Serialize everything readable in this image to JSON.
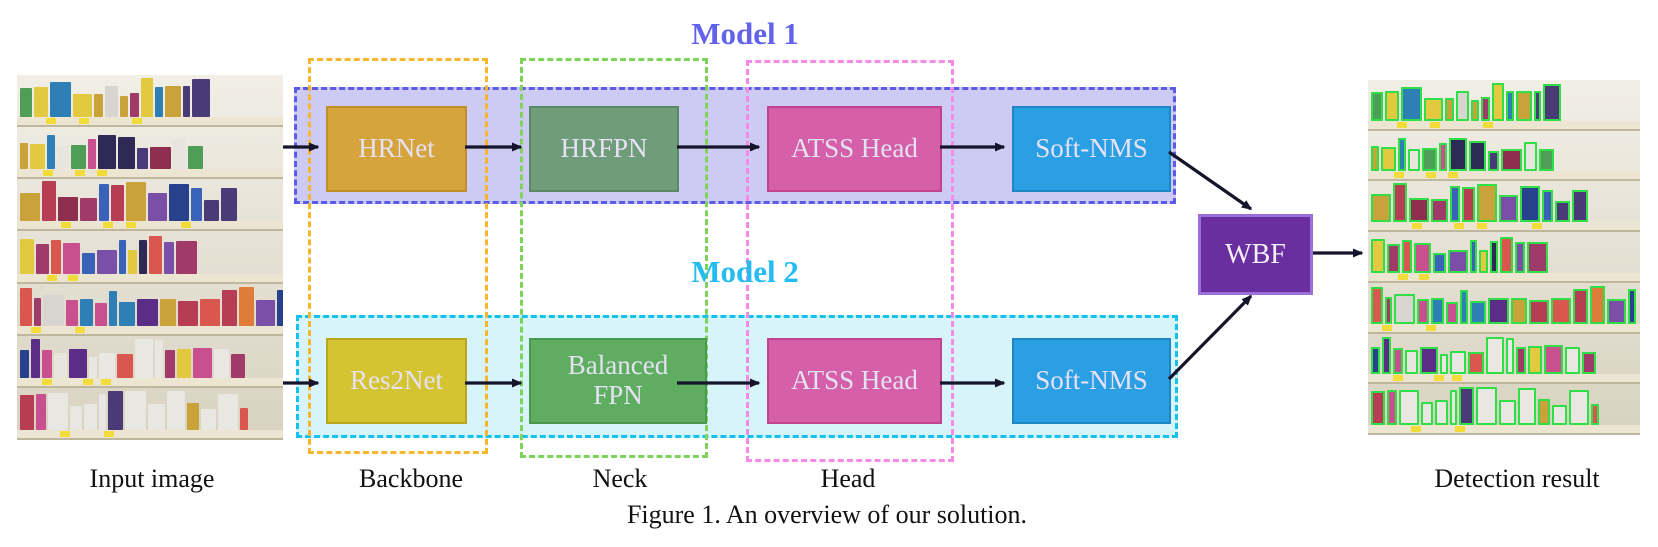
{
  "figure": {
    "caption": "Figure 1. An overview of our solution."
  },
  "labels": {
    "input_image": "Input image",
    "backbone": "Backbone",
    "neck": "Neck",
    "head": "Head",
    "detection_result": "Detection result"
  },
  "models": [
    {
      "name": "Model 1",
      "title_color": "#6262ec",
      "region_fill": "#cdcbf3",
      "region_border": "#5b5be6",
      "stages": [
        {
          "label": "HRNet",
          "fill": "#d5a43c"
        },
        {
          "label": "HRFPN",
          "fill": "#6f9d79"
        },
        {
          "label": "ATSS Head",
          "fill": "#d55fa8"
        },
        {
          "label": "Soft-NMS",
          "fill": "#2b9fe4"
        }
      ]
    },
    {
      "name": "Model 2",
      "title_color": "#25bdf1",
      "region_fill": "#d8f4fb",
      "region_border": "#15c1ee",
      "stages": [
        {
          "label": "Res2Net",
          "fill": "#d5c431"
        },
        {
          "label": "Balanced FPN",
          "fill": "#5ead61"
        },
        {
          "label": "ATSS Head",
          "fill": "#d55fa8"
        },
        {
          "label": "Soft-NMS",
          "fill": "#2b9fe4"
        }
      ]
    }
  ],
  "fusion": {
    "label": "WBF",
    "fill": "#6a2f9e",
    "border": "#9a70d8"
  },
  "category_colors": {
    "backbone": "#f6b72e",
    "neck": "#7ed35a",
    "head": "#f78ae8"
  },
  "arrow_color": "#14142a",
  "photo": {
    "detection_box_color": "#2ee046",
    "shelf_color": "#ece5d2",
    "price_tag_color": "#f2dc3a",
    "palette": [
      "#4a3b78",
      "#2e2a55",
      "#b73d55",
      "#d9574f",
      "#e07b3a",
      "#3a62b8",
      "#27418c",
      "#c94f8e",
      "#e3c93f",
      "#4f9e57",
      "#7a4fa8",
      "#d8d4d0",
      "#a03a68",
      "#2e7fb5",
      "#e8e4de",
      "#8f2f4f",
      "#5b2d86",
      "#caa23a"
    ]
  }
}
